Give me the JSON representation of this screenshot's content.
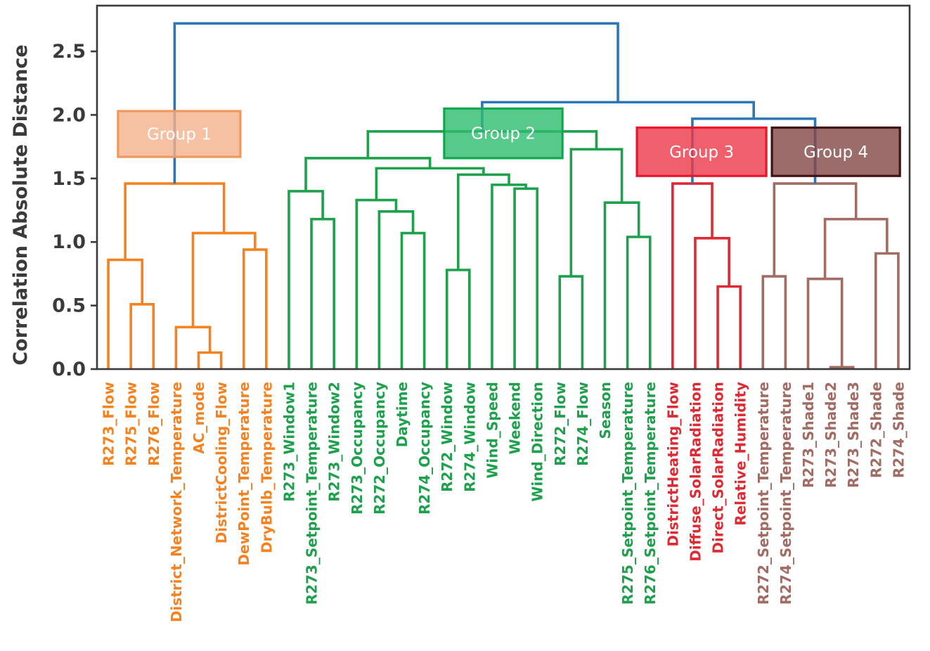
{
  "chart_data": {
    "type": "dendrogram",
    "title": "",
    "ylabel": "Correlation Absolute Distance",
    "yticks": [
      0.0,
      0.5,
      1.0,
      1.5,
      2.0,
      2.5
    ],
    "ylim": [
      0,
      2.86
    ],
    "grid": false,
    "leaves": [
      {
        "label": "R273_Flow",
        "group": "g1"
      },
      {
        "label": "R275_Flow",
        "group": "g1"
      },
      {
        "label": "R276_Flow",
        "group": "g1"
      },
      {
        "label": "District_Network_Temperature",
        "group": "g1"
      },
      {
        "label": "AC_mode",
        "group": "g1"
      },
      {
        "label": "DistrictCooling_Flow",
        "group": "g1"
      },
      {
        "label": "DewPoint_Temperature",
        "group": "g1"
      },
      {
        "label": "DryBulb_Temperature",
        "group": "g1"
      },
      {
        "label": "R273_Window1",
        "group": "g2"
      },
      {
        "label": "R273_Setpoint_Temperature",
        "group": "g2"
      },
      {
        "label": "R273_Window2",
        "group": "g2"
      },
      {
        "label": "R273_Occupancy",
        "group": "g2"
      },
      {
        "label": "R272_Occupancy",
        "group": "g2"
      },
      {
        "label": "Daytime",
        "group": "g2"
      },
      {
        "label": "R274_Occupancy",
        "group": "g2"
      },
      {
        "label": "R272_Window",
        "group": "g2"
      },
      {
        "label": "R274_Window",
        "group": "g2"
      },
      {
        "label": "Wind_Speed",
        "group": "g2"
      },
      {
        "label": "Weekend",
        "group": "g2"
      },
      {
        "label": "Wind_Direction",
        "group": "g2"
      },
      {
        "label": "R272_Flow",
        "group": "g2"
      },
      {
        "label": "R274_Flow",
        "group": "g2"
      },
      {
        "label": "Season",
        "group": "g2"
      },
      {
        "label": "R275_Setpoint_Temperature",
        "group": "g2"
      },
      {
        "label": "R276_Setpoint_Temperature",
        "group": "g2"
      },
      {
        "label": "DistrictHeating_Flow",
        "group": "g3"
      },
      {
        "label": "Diffuse_SolarRadiation",
        "group": "g3"
      },
      {
        "label": "Direct_SolarRadiation",
        "group": "g3"
      },
      {
        "label": "Relative_Humidity",
        "group": "g3"
      },
      {
        "label": "R272_Setpoint_Temperature",
        "group": "g4"
      },
      {
        "label": "R274_Setpoint_Temperature",
        "group": "g4"
      },
      {
        "label": "R273_Shade1",
        "group": "g4"
      },
      {
        "label": "R273_Shade2",
        "group": "g4"
      },
      {
        "label": "R273_Shade3",
        "group": "g4"
      },
      {
        "label": "R272_Shade",
        "group": "g4"
      },
      {
        "label": "R274_Shade",
        "group": "g4"
      }
    ],
    "merges": [
      {
        "a": "L1",
        "b": "L2",
        "h": 0.51,
        "c": "g1"
      },
      {
        "a": "L0",
        "b": "M0",
        "h": 0.86,
        "c": "g1"
      },
      {
        "a": "L4",
        "b": "L5",
        "h": 0.13,
        "c": "g1"
      },
      {
        "a": "L3",
        "b": "M2",
        "h": 0.33,
        "c": "g1"
      },
      {
        "a": "L6",
        "b": "L7",
        "h": 0.94,
        "c": "g1"
      },
      {
        "a": "M3",
        "b": "M4",
        "h": 1.07,
        "c": "g1"
      },
      {
        "a": "M1",
        "b": "M5",
        "h": 1.46,
        "c": "g1"
      },
      {
        "a": "L9",
        "b": "L10",
        "h": 1.18,
        "c": "g2"
      },
      {
        "a": "L8",
        "b": "M7",
        "h": 1.4,
        "c": "g2"
      },
      {
        "a": "L13",
        "b": "L14",
        "h": 1.07,
        "c": "g2"
      },
      {
        "a": "L12",
        "b": "M9",
        "h": 1.24,
        "c": "g2"
      },
      {
        "a": "L11",
        "b": "M10",
        "h": 1.33,
        "c": "g2"
      },
      {
        "a": "L15",
        "b": "L16",
        "h": 0.78,
        "c": "g2"
      },
      {
        "a": "L18",
        "b": "L19",
        "h": 1.42,
        "c": "g2"
      },
      {
        "a": "L17",
        "b": "M13",
        "h": 1.45,
        "c": "g2"
      },
      {
        "a": "M12",
        "b": "M14",
        "h": 1.53,
        "c": "g2"
      },
      {
        "a": "M11",
        "b": "M15",
        "h": 1.58,
        "c": "g2"
      },
      {
        "a": "M8",
        "b": "M16",
        "h": 1.66,
        "c": "g2"
      },
      {
        "a": "L20",
        "b": "L21",
        "h": 0.73,
        "c": "g2"
      },
      {
        "a": "L23",
        "b": "L24",
        "h": 1.04,
        "c": "g2"
      },
      {
        "a": "L22",
        "b": "M19",
        "h": 1.31,
        "c": "g2"
      },
      {
        "a": "M18",
        "b": "M20",
        "h": 1.73,
        "c": "g2"
      },
      {
        "a": "M17",
        "b": "M21",
        "h": 1.87,
        "c": "g2"
      },
      {
        "a": "L27",
        "b": "L28",
        "h": 0.65,
        "c": "g3"
      },
      {
        "a": "L26",
        "b": "M23",
        "h": 1.03,
        "c": "g3"
      },
      {
        "a": "L25",
        "b": "M24",
        "h": 1.46,
        "c": "g3"
      },
      {
        "a": "L32",
        "b": "L33",
        "h": 0.015,
        "c": "g4"
      },
      {
        "a": "L31",
        "b": "M26",
        "h": 0.71,
        "c": "g4"
      },
      {
        "a": "L34",
        "b": "L35",
        "h": 0.91,
        "c": "g4"
      },
      {
        "a": "M27",
        "b": "M28",
        "h": 1.18,
        "c": "g4"
      },
      {
        "a": "L29",
        "b": "L30",
        "h": 0.73,
        "c": "g4"
      },
      {
        "a": "M30",
        "b": "M29",
        "h": 1.46,
        "c": "g4"
      },
      {
        "a": "M25",
        "b": "M31",
        "h": 1.97,
        "c": "link"
      },
      {
        "a": "M22",
        "b": "M32",
        "h": 2.1,
        "c": "link"
      },
      {
        "a": "M6",
        "b": "M33",
        "h": 2.72,
        "c": "link"
      }
    ],
    "cluster_colors": {
      "g1": "#F5821F",
      "g2": "#1FA04C",
      "g3": "#DE2A33",
      "g4": "#A16C63",
      "link": "#2E75B6"
    },
    "axis_color": "#3A3A3A",
    "group_boxes": [
      {
        "label": "Group 1",
        "x0": 0.43,
        "x1": 5.85,
        "y0": 1.67,
        "y1": 2.03,
        "fill": "rgba(244,178,140,0.8)",
        "border": "#F0975C",
        "text_color": "#ffffff"
      },
      {
        "label": "Group 2",
        "x0": 14.88,
        "x1": 20.12,
        "y0": 1.66,
        "y1": 2.05,
        "fill": "rgba(45,188,110,0.8)",
        "border": "#0FA84D",
        "text_color": "#ffffff"
      },
      {
        "label": "Group 3",
        "x0": 23.42,
        "x1": 29.15,
        "y0": 1.52,
        "y1": 1.9,
        "fill": "rgba(236,56,71,0.8)",
        "border": "#E8152B",
        "text_color": "#ffffff"
      },
      {
        "label": "Group 4",
        "x0": 29.4,
        "x1": 35.07,
        "y0": 1.52,
        "y1": 1.9,
        "fill": "rgba(131,71,70,0.8)",
        "border": "#451013",
        "text_color": "#ffffff"
      }
    ]
  }
}
